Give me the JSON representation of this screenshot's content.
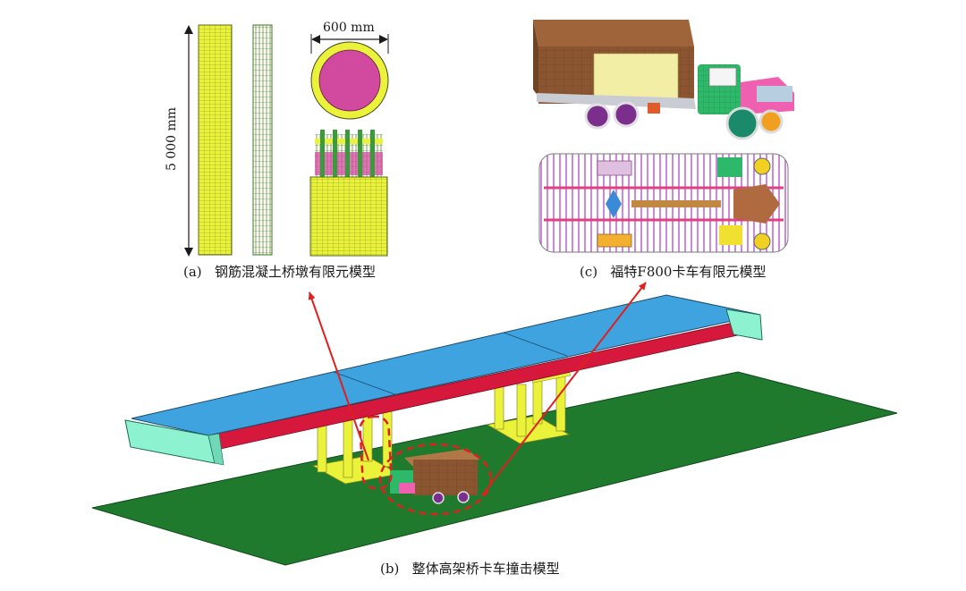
{
  "panel_a": {
    "label": "(a)",
    "caption": "钢筋混凝土桥墩有限元模型",
    "height_dim": "5 000 mm",
    "width_dim": "600 mm"
  },
  "panel_b": {
    "label": "(b)",
    "caption": "整体高架桥卡车撞击模型"
  },
  "panel_c": {
    "label": "(c)",
    "caption": "福特F800卡车有限元模型"
  },
  "colors": {
    "deck": "#3fa3df",
    "girder": "#d6183c",
    "pier": "#eaf23a",
    "ground": "#1f7a2e",
    "abutment": "#8df2cf",
    "truck_box": "#8a5530",
    "cab": "#2db86a",
    "arrow": "#e01f1f",
    "mesh_line": "#5c6a1a",
    "core": "#d24aa0"
  }
}
